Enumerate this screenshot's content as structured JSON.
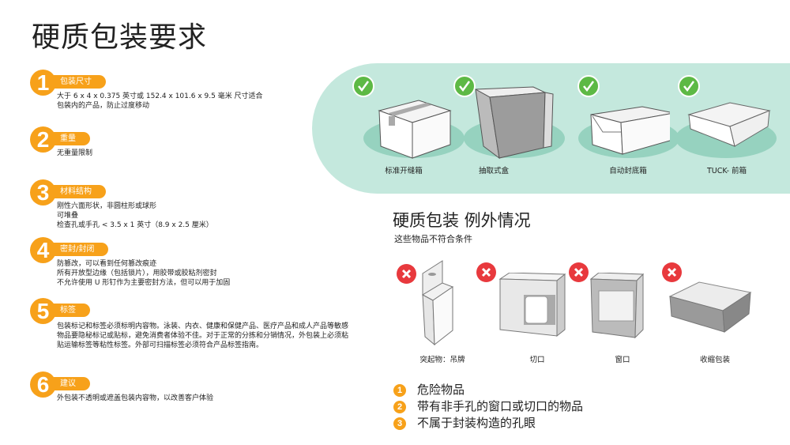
{
  "title": "硬质包装要求",
  "requirements": [
    {
      "num": "1",
      "label": "包装尺寸",
      "desc": "大于 6 x 4 x 0.375 英寸或 152.4 x 101.6 x 9.5 毫米 尺寸适合\n包装内的产品，防止过度移动"
    },
    {
      "num": "2",
      "label": "重量",
      "desc": "无重量限制"
    },
    {
      "num": "3",
      "label": "材料结构",
      "desc": "刚性六面形状，非圆柱形或球形\n可堆叠\n检查孔或手孔 < 3.5 x 1 英寸（8.9 x 2.5 厘米）"
    },
    {
      "num": "4",
      "label": "密封/封闭",
      "desc": "防篡改，可以看到任何篡改痕迹\n所有开放型边缘（包括锁片），用胶带或胶粘剂密封\n不允许使用 U 形钉作为主要密封方法，但可以用于加固"
    },
    {
      "num": "5",
      "label": "标签",
      "desc": "包装标记和标签必须标明内容物。泳装、内衣、健康和保健产品、医疗产品和成人产品等敏感物品要隐秘标记或贴标，避免消费者体验不佳。对于正常的分拣和分销情况，外包装上必须粘贴运输标签等粘性标签。外部可扫描标签必须符合产品标签指南。"
    },
    {
      "num": "6",
      "label": "建议",
      "desc": "外包装不透明或遮盖包装内容物，以改善客户体验"
    }
  ],
  "accepted": [
    {
      "label": "标准开缝箱",
      "icon": "check-icon"
    },
    {
      "label": "抽取式盒",
      "icon": "check-icon"
    },
    {
      "label": "自动封底箱",
      "icon": "check-icon"
    },
    {
      "label": "TUCK- 前箱",
      "icon": "check-icon"
    }
  ],
  "exceptions": {
    "title": "硬质包装 例外情况",
    "subtitle": "这些物品不符合条件",
    "items": [
      {
        "label": "突起物：吊牌",
        "icon": "x-icon"
      },
      {
        "label": "切口",
        "icon": "x-icon"
      },
      {
        "label": "窗口",
        "icon": "x-icon"
      },
      {
        "label": "收缩包装",
        "icon": "x-icon"
      }
    ],
    "list": [
      {
        "num": "1",
        "text": "危险物品"
      },
      {
        "num": "2",
        "text": "带有非手孔的窗口或切口的物品"
      },
      {
        "num": "3",
        "text": "不属于封装构造的孔眼"
      }
    ]
  },
  "colors": {
    "orange": "#f7a11a",
    "green": "#5db945",
    "red": "#e8393d",
    "panel": "#c4e8dd"
  }
}
